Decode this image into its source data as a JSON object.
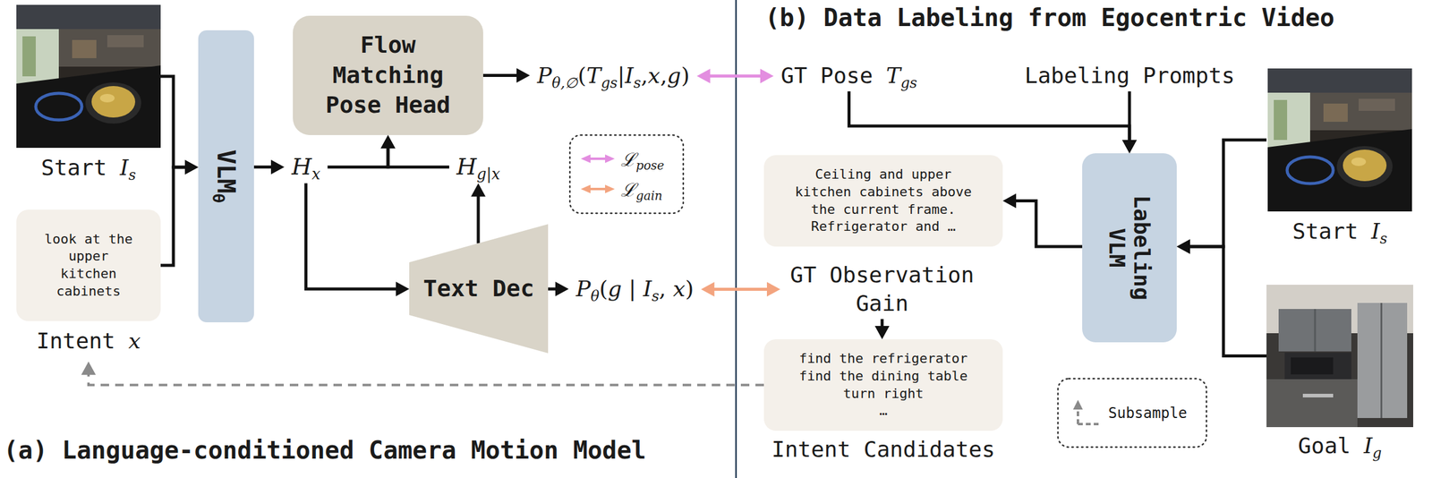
{
  "diagram": {
    "nodes": [
      {
        "text": [
          "Start Is"
        ]
      },
      {
        "text": [
          "look at the upper kitchen cabinets",
          "Intent x"
        ]
      },
      {
        "text": [
          "VLMθ"
        ]
      },
      {
        "text": [
          "Hx"
        ]
      },
      {
        "text": [
          "Flow Matching Pose Head"
        ]
      },
      {
        "text": [
          "Hg|x"
        ]
      },
      {
        "text": [
          "Text Dec"
        ]
      },
      {
        "text": [
          "Pθ,∅(Tgs|Is,x,g)"
        ]
      },
      {
        "text": [
          "Pθ(g | Is, x)"
        ]
      },
      {
        "text": [
          "GT Pose Tgs"
        ]
      },
      {
        "text": [
          "Labeling Prompts"
        ]
      },
      {
        "text": [
          "Ceiling and upper kitchen cabinets above the current frame. Refrigerator and …"
        ]
      },
      {
        "text": [
          "Labeling VLM"
        ]
      },
      {
        "text": [
          "Start Is"
        ]
      },
      {
        "text": [
          "GT Observation Gain"
        ]
      },
      {
        "text": [
          "Goal Ig"
        ]
      },
      {
        "text": [
          "find the refrigerator",
          "find the dining table",
          "turn right",
          "…",
          "Intent Candidates"
        ]
      }
    ],
    "edges": [
      {
        "from": 0,
        "to": 2,
        "arrow": "to"
      },
      {
        "from": 1,
        "to": 2,
        "arrow": "to"
      },
      {
        "from": 2,
        "to": 3,
        "arrow": "to"
      },
      {
        "from": 3,
        "to": 4,
        "arrow": "to"
      },
      {
        "from": 5,
        "to": 4,
        "arrow": "to"
      },
      {
        "from": 3,
        "to": 6,
        "arrow": "to"
      },
      {
        "from": 6,
        "to": 5,
        "arrow": "to"
      },
      {
        "from": 4,
        "to": 7,
        "arrow": "to"
      },
      {
        "from": 6,
        "to": 8,
        "arrow": "to"
      },
      {
        "from": 7,
        "to": 9,
        "arrow": "both"
      },
      {
        "from": 8,
        "to": 14,
        "arrow": "both"
      },
      {
        "from": 16,
        "to": 1,
        "arrow": "to"
      },
      {
        "from": 9,
        "to": 12,
        "arrow": "to"
      },
      {
        "from": 10,
        "to": 12,
        "arrow": "to"
      },
      {
        "from": 13,
        "to": 12,
        "arrow": "to"
      },
      {
        "from": 15,
        "to": 12,
        "arrow": "to"
      },
      {
        "from": 12,
        "to": 11,
        "arrow": "to"
      },
      {
        "from": 14,
        "to": 16,
        "arrow": "to"
      }
    ],
    "labels": [
      "(a) Language-conditioned Camera Motion Model",
      "(b) Data Labeling from Egocentric Video"
    ],
    "legend": [
      {
        "text": "ℒpose"
      },
      {
        "text": "ℒgain"
      },
      {
        "text": "Subsample"
      }
    ]
  }
}
